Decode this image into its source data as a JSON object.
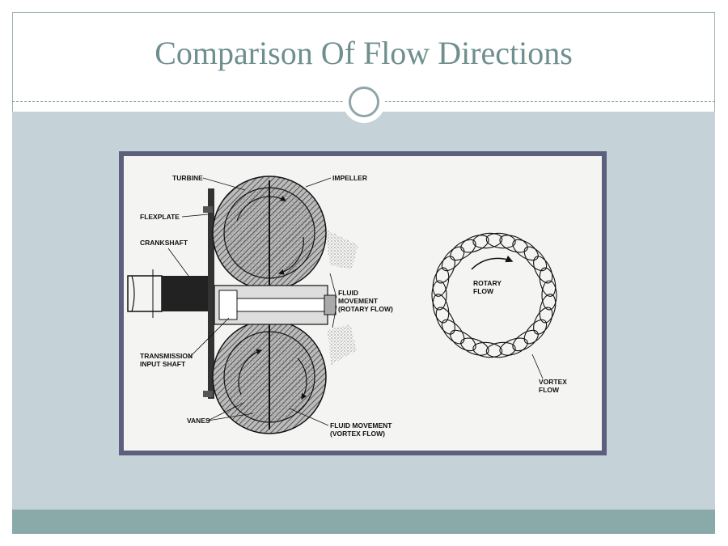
{
  "slide": {
    "title": "Comparison Of Flow Directions"
  },
  "diagram": {
    "labels": {
      "turbine": "TURBINE",
      "impeller": "IMPELLER",
      "flexplate": "FLEXPLATE",
      "crankshaft": "CRANKSHAFT",
      "fluid_rotary_1": "FLUID",
      "fluid_rotary_2": "MOVEMENT",
      "fluid_rotary_3": "(ROTARY FLOW)",
      "input_shaft_1": "TRANSMISSION",
      "input_shaft_2": "INPUT SHAFT",
      "vanes": "VANES",
      "fluid_vortex_1": "FLUID MOVEMENT",
      "fluid_vortex_2": "(VORTEX FLOW)",
      "rotary_flow_1": "ROTARY",
      "rotary_flow_2": "FLOW",
      "vortex_flow_1": "VORTEX",
      "vortex_flow_2": "FLOW"
    }
  },
  "colors": {
    "accent": "#6f8f8e",
    "band": "#c5d2d7",
    "footer": "#8aaaa9",
    "frame": "#5c5f7e"
  }
}
